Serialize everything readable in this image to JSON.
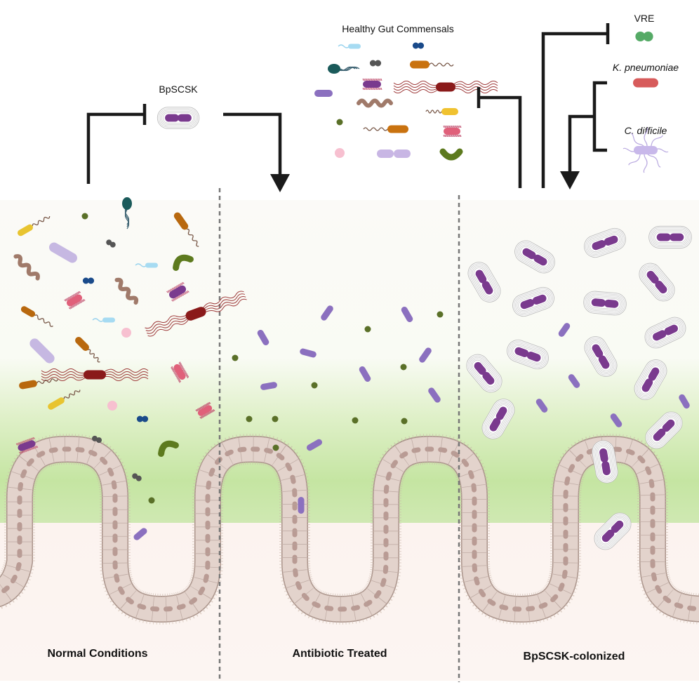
{
  "labels": {
    "bpscsk": "BpSCSK",
    "healthy_commensals": "Healthy Gut Commensals",
    "vre": "VRE",
    "k_pneumoniae": "K. pneumoniae",
    "c_difficile": "C. difficile"
  },
  "panels": [
    {
      "title": "Normal Conditions"
    },
    {
      "title": "Antibiotic Treated"
    },
    {
      "title": "BpSCSK-colonized"
    }
  ],
  "colors": {
    "arrow": "#1a1a1a",
    "lumen_green": "#cfe8b0",
    "tissue_fill": "#e3d3cc",
    "tissue_stroke": "#a8928a",
    "nucleus": "#b99b94",
    "background_pink": "#fbf0ec",
    "bpscsk_rod": "#7a3a8e",
    "released_rod": "#8b70bf",
    "vre": "#55aa66",
    "k_pneumoniae": "#d75b5b",
    "c_difficile": "#c8b8ea",
    "divider": "#777777"
  },
  "icons": [
    "inhibition-arrow-icon",
    "activation-arrow-icon",
    "bacterium-icon",
    "capsule-icon"
  ]
}
